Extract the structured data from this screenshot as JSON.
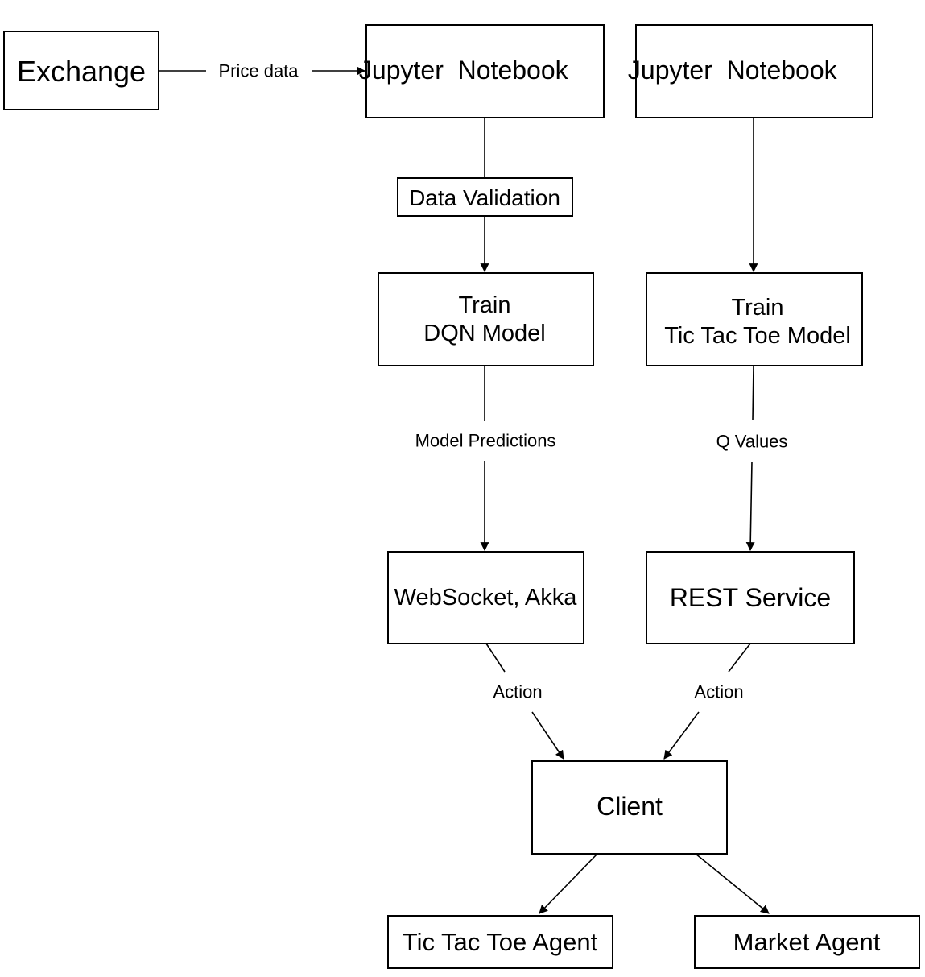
{
  "diagram": {
    "nodes": {
      "exchange": [
        "Exchange"
      ],
      "notebook_left": [
        "Jupyter  Notebook"
      ],
      "notebook_right": [
        "Jupyter  Notebook"
      ],
      "data_validation": [
        "Data Validation"
      ],
      "train_dqn": [
        "Train",
        "DQN Model"
      ],
      "train_ttt": [
        "Train",
        "Tic Tac Toe Model"
      ],
      "websocket": [
        "WebSocket, Akka"
      ],
      "rest_service": [
        "REST Service"
      ],
      "client": [
        "Client"
      ],
      "ttt_agent": [
        "Tic Tac Toe Agent"
      ],
      "market_agent": [
        "Market Agent"
      ]
    },
    "edge_labels": {
      "price_data": "Price data",
      "model_predictions": "Model Predictions",
      "q_values": "Q Values",
      "action_left": "Action",
      "action_right": "Action"
    }
  }
}
